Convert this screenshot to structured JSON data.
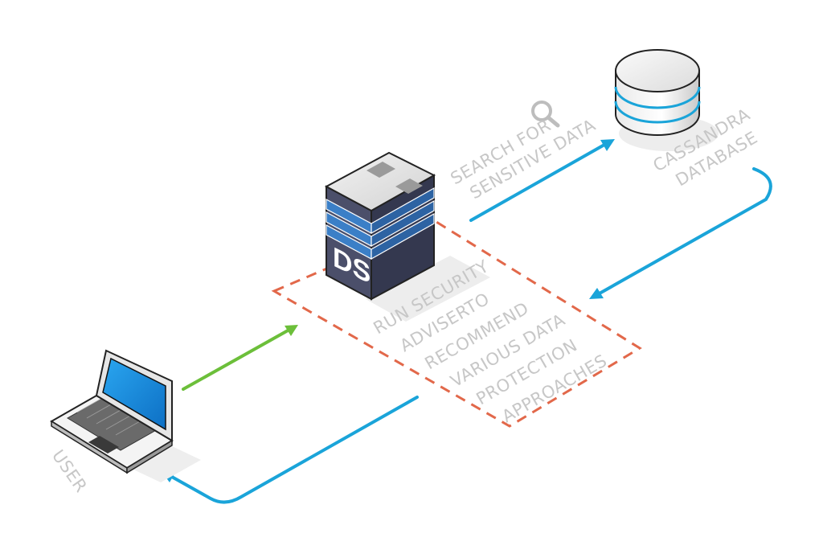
{
  "colors": {
    "background": "#ffffff",
    "flow_blue": "#1aa4d9",
    "flow_green": "#6cbf3a",
    "boundary_dash": "#e2684a",
    "label_gray": "#c7c7c7",
    "server_blue": "#3b7fc7",
    "screen_blue": "#1a8fe0"
  },
  "nodes": {
    "user": {
      "label": "USER",
      "icon": "laptop-icon"
    },
    "server": {
      "badge": "DS",
      "icon": "server-icon"
    },
    "database": {
      "label_lines": [
        "CASSANDRA",
        "DATABASE"
      ],
      "icon": "database-icon"
    }
  },
  "process": {
    "lines": [
      "RUN SECURITY",
      "ADVISERTO",
      "RECOMMEND",
      "VARIOUS DATA",
      "PROTECTION",
      "APPROACHES"
    ]
  },
  "search_step": {
    "lines": [
      "SEARCH FOR",
      "SENSITIVE DATA"
    ],
    "icon": "magnifier-icon"
  },
  "edges": [
    {
      "from": "user",
      "to": "server",
      "color": "green"
    },
    {
      "from": "server",
      "to": "database",
      "color": "blue"
    },
    {
      "from": "database",
      "to": "server",
      "color": "blue"
    },
    {
      "from": "server",
      "to": "user",
      "color": "blue"
    }
  ]
}
